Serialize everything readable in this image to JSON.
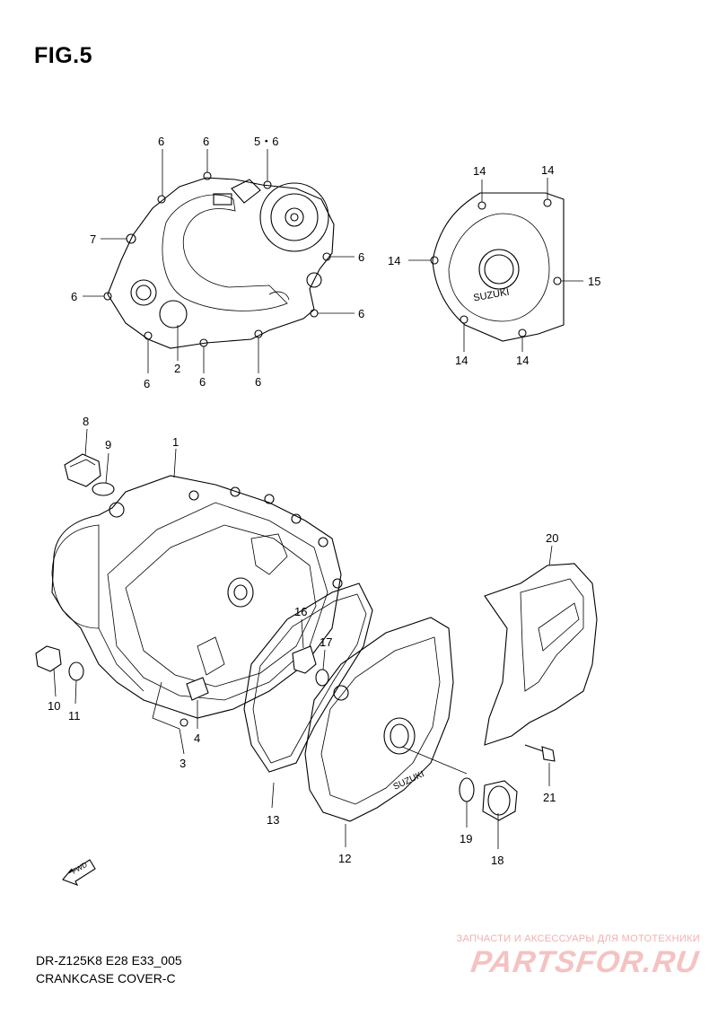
{
  "figure_label": "FIG.5",
  "model_code": "DR-Z125K8 E28 E33_005",
  "diagram_title": "CRANKCASE COVER-C",
  "watermark": {
    "tagline": "ЗАПЧАСТИ И АКСЕССУАРЫ ДЛЯ МОТОТЕХНИКИ",
    "site": "PARTSFOR.RU"
  },
  "fwd_label": "FWD",
  "brand_mark": "SUZUKI",
  "callouts": {
    "top_left": {
      "c6a": "6",
      "c6b": "6",
      "c56": "5・6",
      "c7": "7",
      "c6c": "6",
      "c6d": "6",
      "c6e": "6",
      "c6f": "6",
      "c6g": "6",
      "c6h": "6",
      "c2": "2"
    },
    "top_right": {
      "c14a": "14",
      "c14b": "14",
      "c14c": "14",
      "c15": "15",
      "c14d": "14",
      "c14e": "14"
    },
    "main": {
      "c8": "8",
      "c9": "9",
      "c1": "1",
      "c20": "20",
      "c16": "16",
      "c17": "17",
      "c10": "10",
      "c11": "11",
      "c4": "4",
      "c3": "3",
      "c13": "13",
      "c12": "12",
      "c19": "19",
      "c18": "18",
      "c21": "21"
    }
  }
}
